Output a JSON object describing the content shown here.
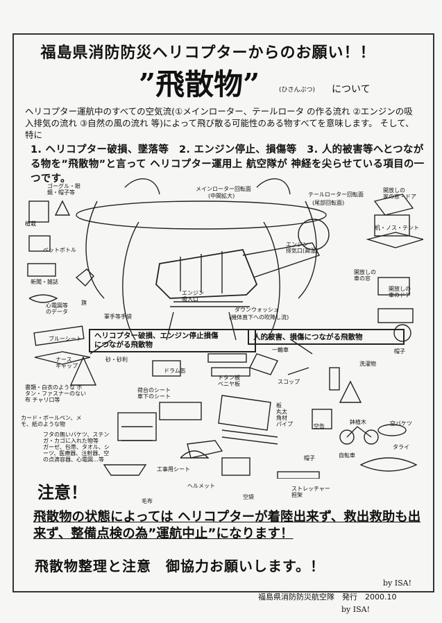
{
  "header": {
    "title": "福島県消防防災ヘリコプターからのお願い！！",
    "topic": "”飛散物”",
    "topic_reading": "(ひさんぶつ)",
    "topic_suffix": "について"
  },
  "intro": {
    "paragraph": "ヘリコプター運航中のすべての空気流(①メインローター、テールロータ の作る流れ ②エンジンの吸入排気の流れ ③自然の風の流れ 等)によって飛び散る可能性のある物すべてを意味します。 そして、特に",
    "points": "1. ヘリコプター破損、墜落等　2. エンジン停止、損傷等　3. 人的被害等へとつながる物を”飛散物”と言って ヘリコプター運用上 航空隊が 神経を尖らせている項目の一つです。"
  },
  "illustration_labels": {
    "main_rotor": "メインローター回転面",
    "main_rotor_sub": "(中間拡大)",
    "tail_rotor": "テールローター回転面",
    "tail_rotor_sub": "(尾部回転面)",
    "engine_intake": "エンジン\n吸入口",
    "engine_exhaust": "エンジン\n排気口(高温)",
    "downwash": "ダウンウォッシュ",
    "downwash_sub": "(機体直下への吹降し流)",
    "goggles": "ゴーグル・眼\n鏡・帽子等",
    "plants": "植栽",
    "bottle": "ペットボトル",
    "newspaper": "新聞・雑誌",
    "flag": "旗",
    "seat": "心電図等\nのデータ",
    "gloves": "軍手等手袋",
    "roof": "開放しの\n家の窓・ドア",
    "tent": "机・ノス・テント",
    "car_door": "開放しの\n車の窓",
    "car_door2": "開放しの\n車のドア",
    "blanket": "ブルーシート",
    "nurse_cap": "ナース\nキャップ",
    "sand": "砂・砂利",
    "drum": "ドラム缶",
    "paper_items": "書類・白衣のような ボタン・ファスナーのない布 チャリ口等",
    "pens": "カード・ボールペン、メモ、紙のような物",
    "basket": "フタの無いバケツ、ステンガ・カゴに入れた物等\nガーゼ、包帯、タオル、シーツ、医療器、注射器、空の点滴容器、心電図…等",
    "vinyl": "荷台のシート\n車下のシート",
    "wheelbarrow": "一輪車",
    "tin": "トタン板\nベニヤ板",
    "shovel": "スコップ",
    "pipes": "板\n丸太\n角材\nパイプ",
    "laundry": "洗濯物",
    "hats": "帽子",
    "bucket": "空缶",
    "plant_pot": "鉢植木",
    "empty_can": "空バケツ",
    "bicycle": "自転車",
    "pool": "タライ",
    "cap": "帽子",
    "helmet": "ヘルメット",
    "vinyl_sheet": "工事用シート",
    "bag": "空袋",
    "stretcher": "ストレッチャー\n担架",
    "hat2": "毛布",
    "gloves2": "ヘルメット"
  },
  "boxes": {
    "left": "ヘリコプター破損、エンジン停止損傷\nにつながる飛散物",
    "right": "人的被害、損傷につながる飛散物"
  },
  "caution": {
    "title": "注意！",
    "warning": "飛散物の状態によっては ヘリコプターが着陸出来ず、救出救助も出来ず、整備点検の為”運航中止”になります！",
    "closing": "飛散物整理と注意　御協力お願いします。！"
  },
  "footer": {
    "org": "福島県消防防災航空隊　発行　2000.10",
    "by1": "by ISA!",
    "by2": "by ISA!"
  }
}
